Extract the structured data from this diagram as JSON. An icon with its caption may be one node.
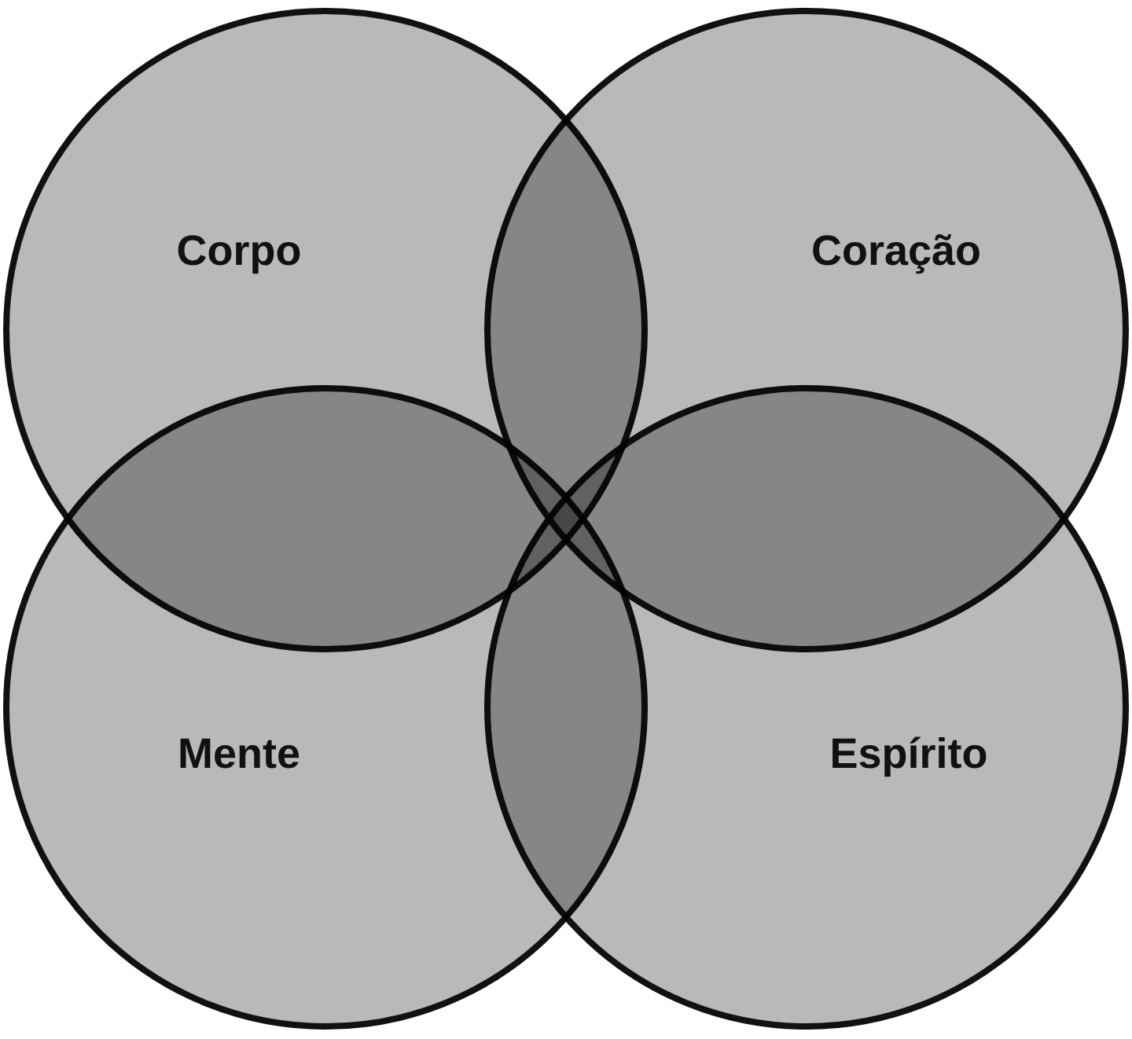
{
  "diagram": {
    "nodes": [
      {
        "text": [
          "Corpo"
        ]
      },
      {
        "text": [
          "Coração"
        ]
      },
      {
        "text": [
          "Mente"
        ]
      },
      {
        "text": [
          "Espírito"
        ]
      }
    ],
    "edges": []
  }
}
